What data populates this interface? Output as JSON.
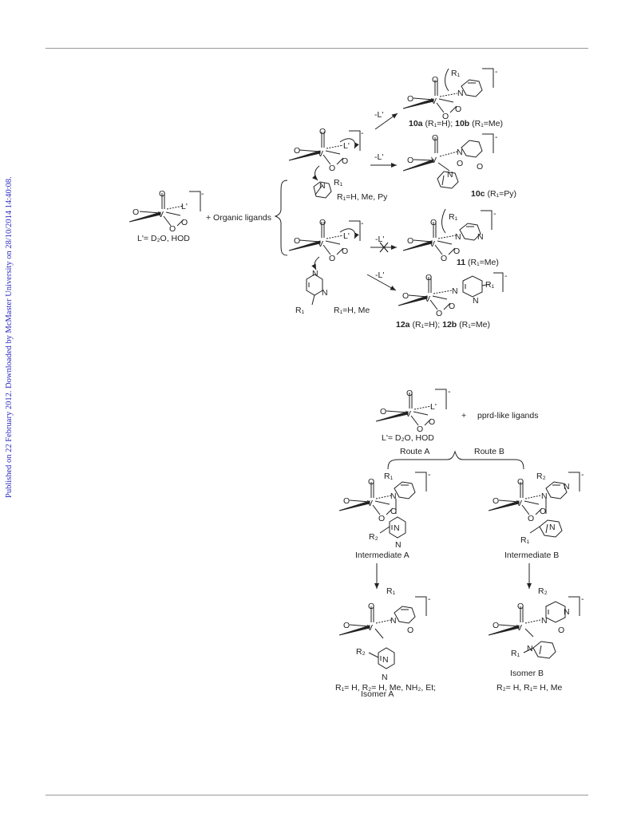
{
  "sidebar": {
    "text": "Published on 22 February 2012. Downloaded by McMaster University on 28/10/2014 14:40:08."
  },
  "scheme1": {
    "reactant_label": "L'= D₂O, HOD",
    "plus_text": "+ Organic ligands",
    "pyridine_sub": "R₁=H, Me, Py",
    "pyrimidine_sub": "R₁=H, Me",
    "loss_label": "-L'",
    "product_10ab": {
      "a": "10a",
      "a_cond": " (R₁=H); ",
      "b": "10b",
      "b_cond": " (R₁=Me)"
    },
    "product_10c": {
      "id": "10c",
      "cond": " (R₁=Py)"
    },
    "product_11": {
      "id": "11",
      "cond": "  (R₁=Me)"
    },
    "product_12ab": {
      "a": "12a",
      "a_cond": " (R₁=H); ",
      "b": "12b",
      "b_cond": " (R₁=Me)"
    }
  },
  "scheme2": {
    "reactant_label": "L'= D₂O, HOD",
    "plus_text": "pprd-like ligands",
    "route_a": "Route A",
    "route_b": "Route B",
    "intermediate_a": "Intermediate A",
    "intermediate_b": "Intermediate B",
    "isomer_a": "Isomer A",
    "isomer_b": "Isomer B",
    "cond_a": "R₁= H,  R₂= H, Me, NH₂, Et;",
    "cond_b": "R₂= H,  R₁= H, Me"
  },
  "atoms": {
    "V": "V",
    "O": "O",
    "N": "N",
    "L": "L'",
    "R1": "R₁",
    "R2": "R₂",
    "minus": "-",
    "plus": "+",
    "x": "X"
  }
}
